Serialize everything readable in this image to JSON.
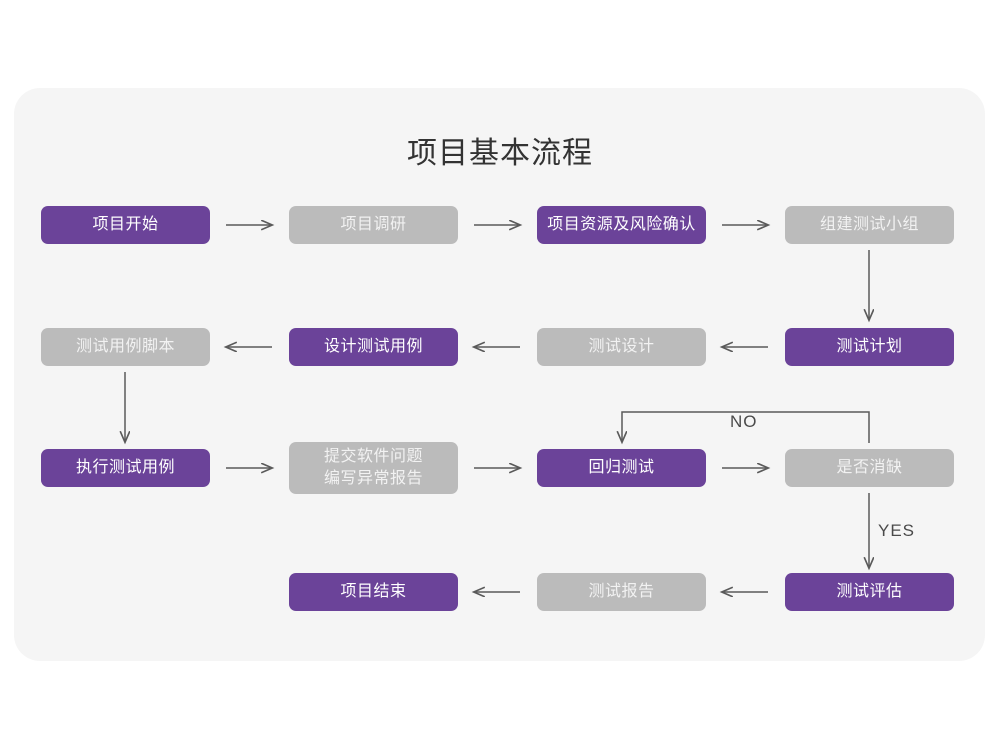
{
  "diagram": {
    "title": "项目基本流程",
    "colors": {
      "purple": "#6B4399",
      "gray": "#BBBBBB",
      "card_background": "#F5F5F5",
      "page_background": "#FFFFFF",
      "connector": "#5A5A5A",
      "title_text": "#333333"
    },
    "nodes": [
      {
        "id": "n1",
        "label": "项目开始",
        "style": "purple",
        "row": 1,
        "col": 1
      },
      {
        "id": "n2",
        "label": "项目调研",
        "style": "gray",
        "row": 1,
        "col": 2
      },
      {
        "id": "n3",
        "label": "项目资源及风险确认",
        "style": "purple",
        "row": 1,
        "col": 3
      },
      {
        "id": "n4",
        "label": "组建测试小组",
        "style": "gray",
        "row": 1,
        "col": 4
      },
      {
        "id": "n5",
        "label": "测试用例脚本",
        "style": "gray",
        "row": 2,
        "col": 1
      },
      {
        "id": "n6",
        "label": "设计测试用例",
        "style": "purple",
        "row": 2,
        "col": 2
      },
      {
        "id": "n7",
        "label": "测试设计",
        "style": "gray",
        "row": 2,
        "col": 3
      },
      {
        "id": "n8",
        "label": "测试计划",
        "style": "purple",
        "row": 2,
        "col": 4
      },
      {
        "id": "n9",
        "label": "执行测试用例",
        "style": "purple",
        "row": 3,
        "col": 1
      },
      {
        "id": "n10",
        "label": "提交软件问题\n编写异常报告",
        "style": "gray",
        "row": 3,
        "col": 2
      },
      {
        "id": "n11",
        "label": "回归测试",
        "style": "purple",
        "row": 3,
        "col": 3
      },
      {
        "id": "n12",
        "label": "是否消缺",
        "style": "gray",
        "row": 3,
        "col": 4
      },
      {
        "id": "n13",
        "label": "项目结束",
        "style": "purple",
        "row": 4,
        "col": 2
      },
      {
        "id": "n14",
        "label": "测试报告",
        "style": "gray",
        "row": 4,
        "col": 3
      },
      {
        "id": "n15",
        "label": "测试评估",
        "style": "purple",
        "row": 4,
        "col": 4
      }
    ],
    "edge_labels": {
      "no": "NO",
      "yes": "YES"
    },
    "edges": [
      {
        "from": "n1",
        "to": "n2",
        "direction": "right"
      },
      {
        "from": "n2",
        "to": "n3",
        "direction": "right"
      },
      {
        "from": "n3",
        "to": "n4",
        "direction": "right"
      },
      {
        "from": "n4",
        "to": "n8",
        "direction": "down"
      },
      {
        "from": "n8",
        "to": "n7",
        "direction": "left"
      },
      {
        "from": "n7",
        "to": "n6",
        "direction": "left"
      },
      {
        "from": "n6",
        "to": "n5",
        "direction": "left"
      },
      {
        "from": "n5",
        "to": "n9",
        "direction": "down"
      },
      {
        "from": "n9",
        "to": "n10",
        "direction": "right"
      },
      {
        "from": "n10",
        "to": "n11",
        "direction": "right"
      },
      {
        "from": "n11",
        "to": "n12",
        "direction": "right"
      },
      {
        "from": "n12",
        "to": "n11",
        "direction": "loop-up-left",
        "label": "NO"
      },
      {
        "from": "n12",
        "to": "n15",
        "direction": "down",
        "label": "YES"
      },
      {
        "from": "n15",
        "to": "n14",
        "direction": "left"
      },
      {
        "from": "n14",
        "to": "n13",
        "direction": "left"
      }
    ]
  }
}
